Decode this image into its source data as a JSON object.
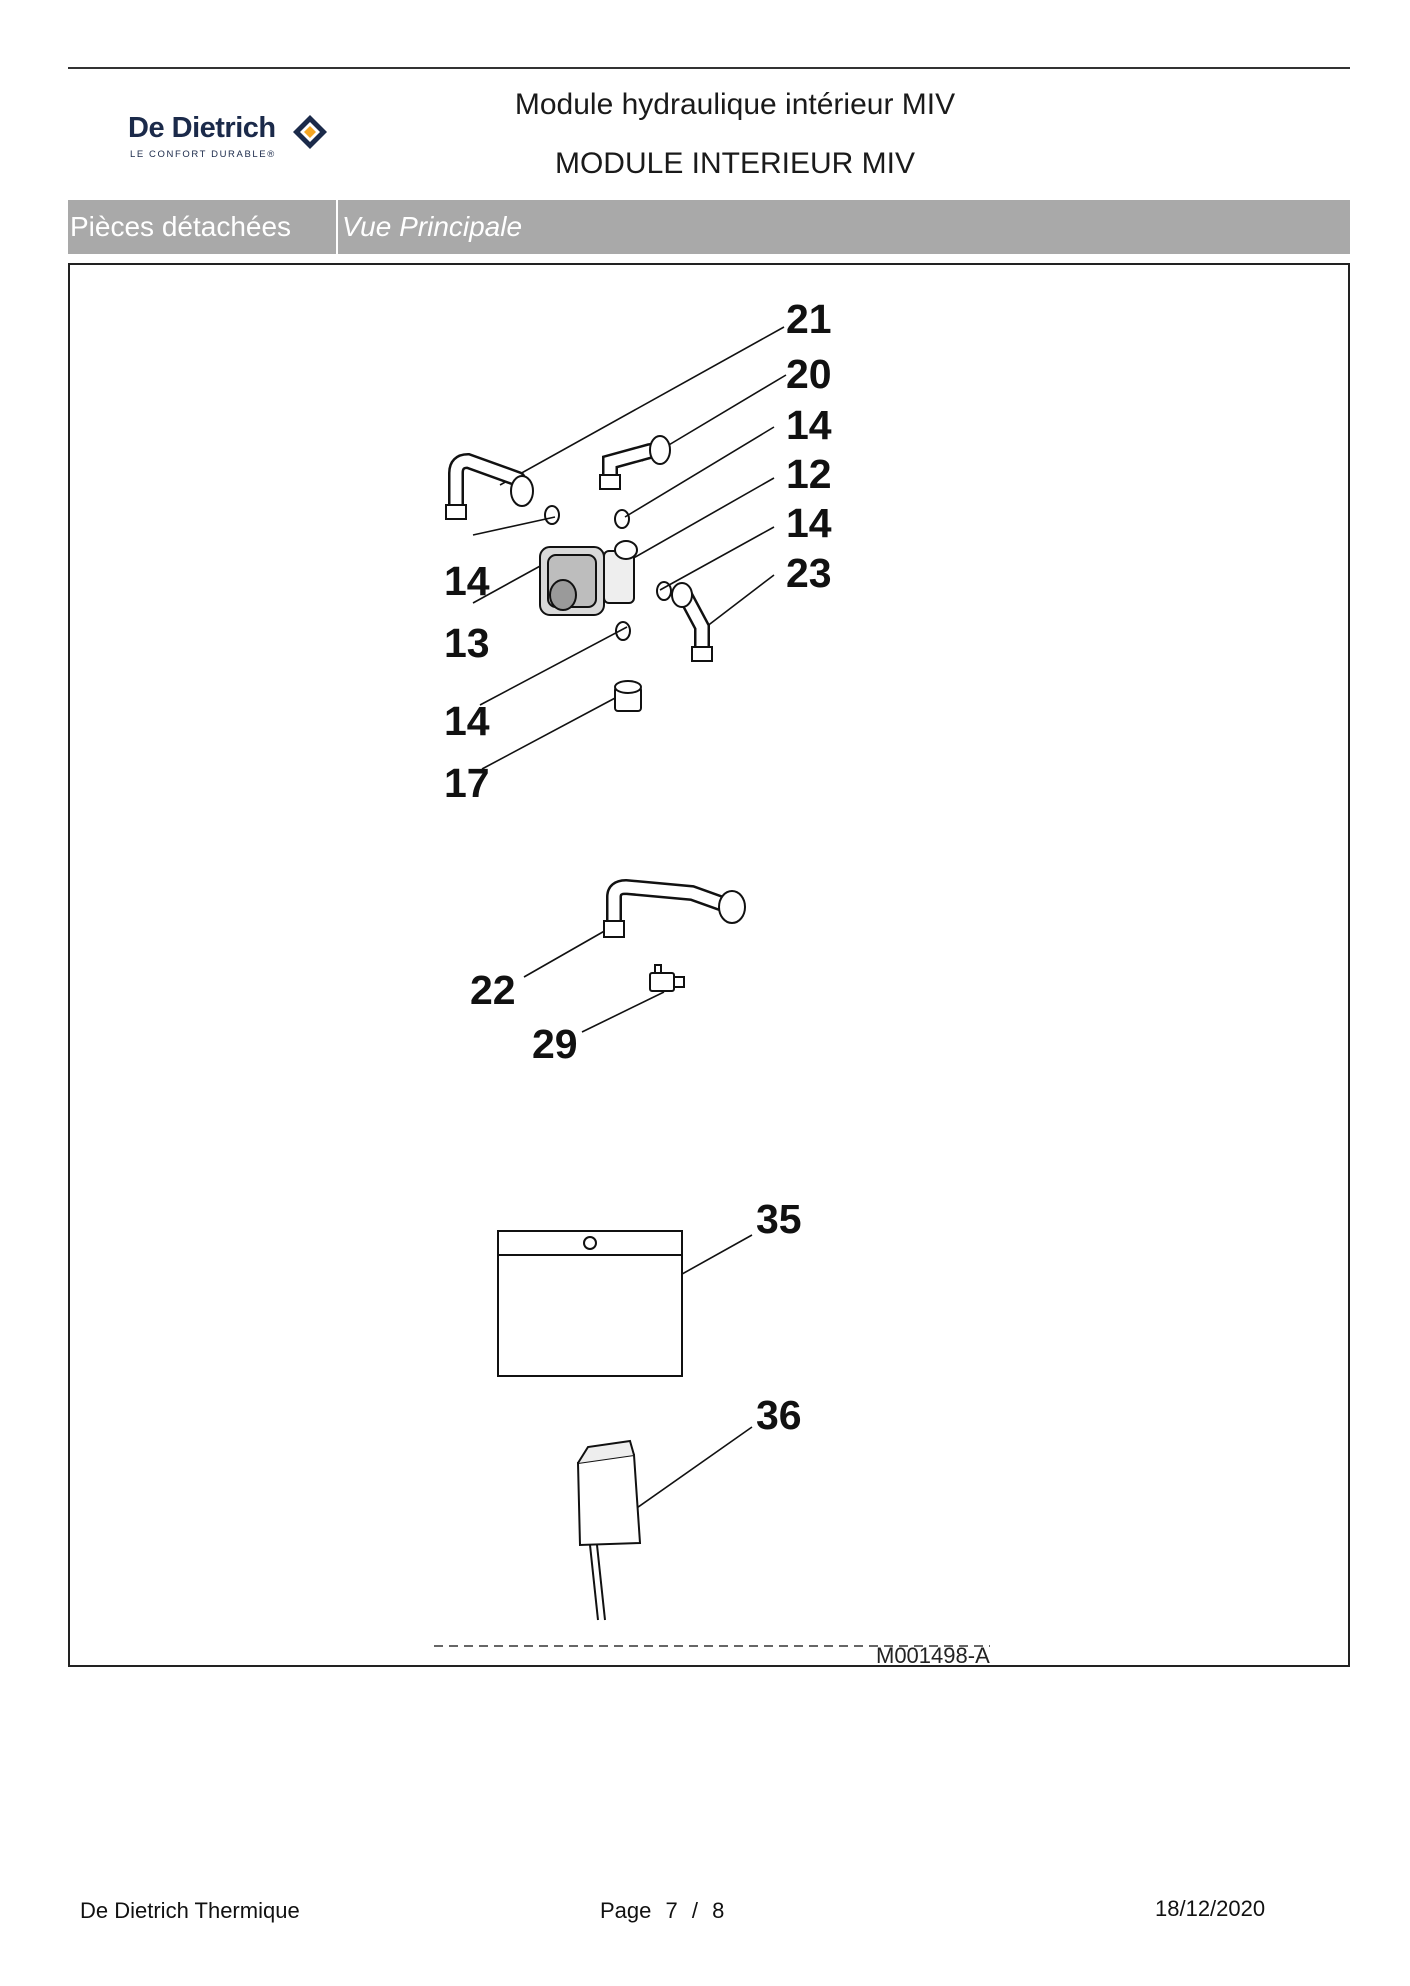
{
  "header": {
    "brand_name": "De Dietrich",
    "brand_tagline": "LE CONFORT DURABLE®",
    "brand_color": "#1b2a4a",
    "brand_accent": "#f5a623",
    "title": "Module hydraulique intérieur MIV",
    "subtitle": "MODULE INTERIEUR MIV"
  },
  "section": {
    "category": "Pièces détachées",
    "view": "Vue Principale",
    "bar_color": "#a9a9a9"
  },
  "drawing": {
    "callouts": [
      "21",
      "20",
      "14",
      "12",
      "14",
      "23",
      "14",
      "13",
      "14",
      "17",
      "22",
      "29",
      "35",
      "36"
    ],
    "reference": "M001498-A"
  },
  "footer": {
    "company": "De Dietrich Thermique",
    "page_label": "Page",
    "page_current": "7",
    "page_separator": "/",
    "page_total": "8",
    "date": "18/12/2020"
  }
}
